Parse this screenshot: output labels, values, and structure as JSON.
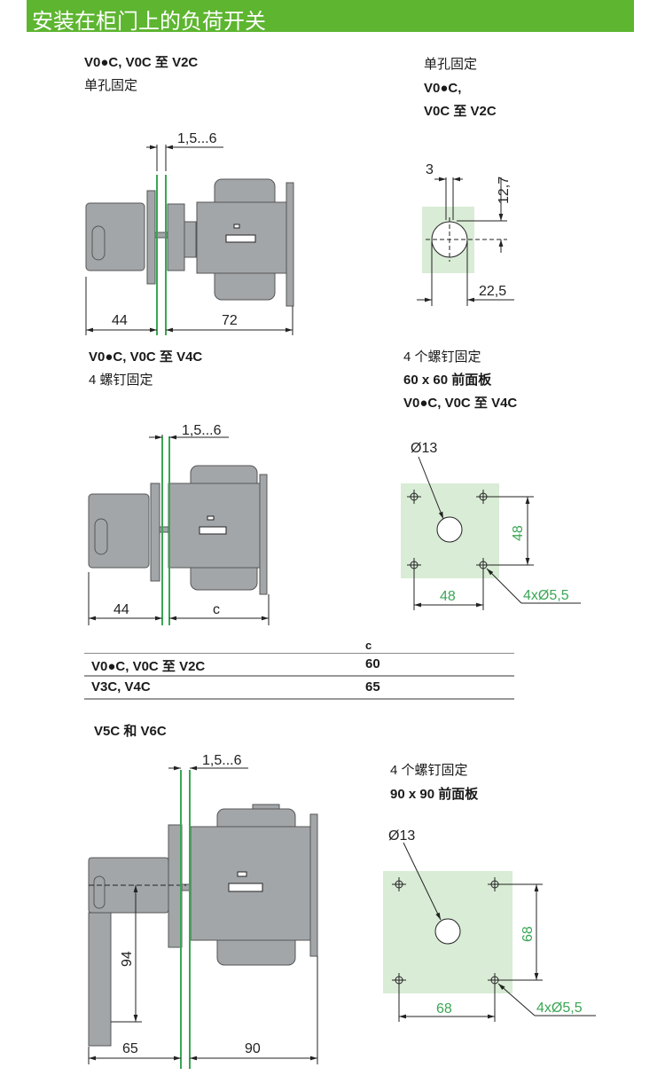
{
  "header": {
    "title": "安装在柜门上的负荷开关"
  },
  "section1": {
    "left_title": "V0●C, V0C 至 V2C",
    "left_sub": "单孔固定",
    "right_line1": "单孔固定",
    "right_line2": "V0●C,",
    "right_line3": "V0C 至 V2C",
    "dims": {
      "gap": "1,5...6",
      "a": "44",
      "b": "72",
      "slot": "3",
      "offset": "12,7",
      "hole": "22,5"
    }
  },
  "section2": {
    "left_title": "V0●C, V0C 至 V4C",
    "left_sub": "4 螺钉固定",
    "right_line1": "4 个螺钉固定",
    "right_line2": "60 x 60 前面板",
    "right_line3": "V0●C, V0C 至 V4C",
    "dims": {
      "gap": "1,5...6",
      "a": "44",
      "b": "c",
      "center_hole": "Ø13",
      "v": "48",
      "h": "48",
      "screws": "4xØ5,5"
    }
  },
  "table": {
    "header": "c",
    "rows": [
      {
        "model": "V0●C, V0C 至 V2C",
        "c": "60"
      },
      {
        "model": "V3C, V4C",
        "c": "65"
      }
    ]
  },
  "section3": {
    "title": "V5C 和 V6C",
    "right_line1": "4 个螺钉固定",
    "right_line2": "90 x 90 前面板",
    "dims": {
      "gap": "1,5...6",
      "handle": "94",
      "a": "65",
      "b": "90",
      "center_hole": "Ø13",
      "v": "68",
      "h": "68",
      "screws": "4xØ5,5"
    }
  },
  "colors": {
    "header": "#5db530",
    "panel": "#d9ecd6",
    "door": "#3aa655",
    "body": "#a3a6a9"
  }
}
